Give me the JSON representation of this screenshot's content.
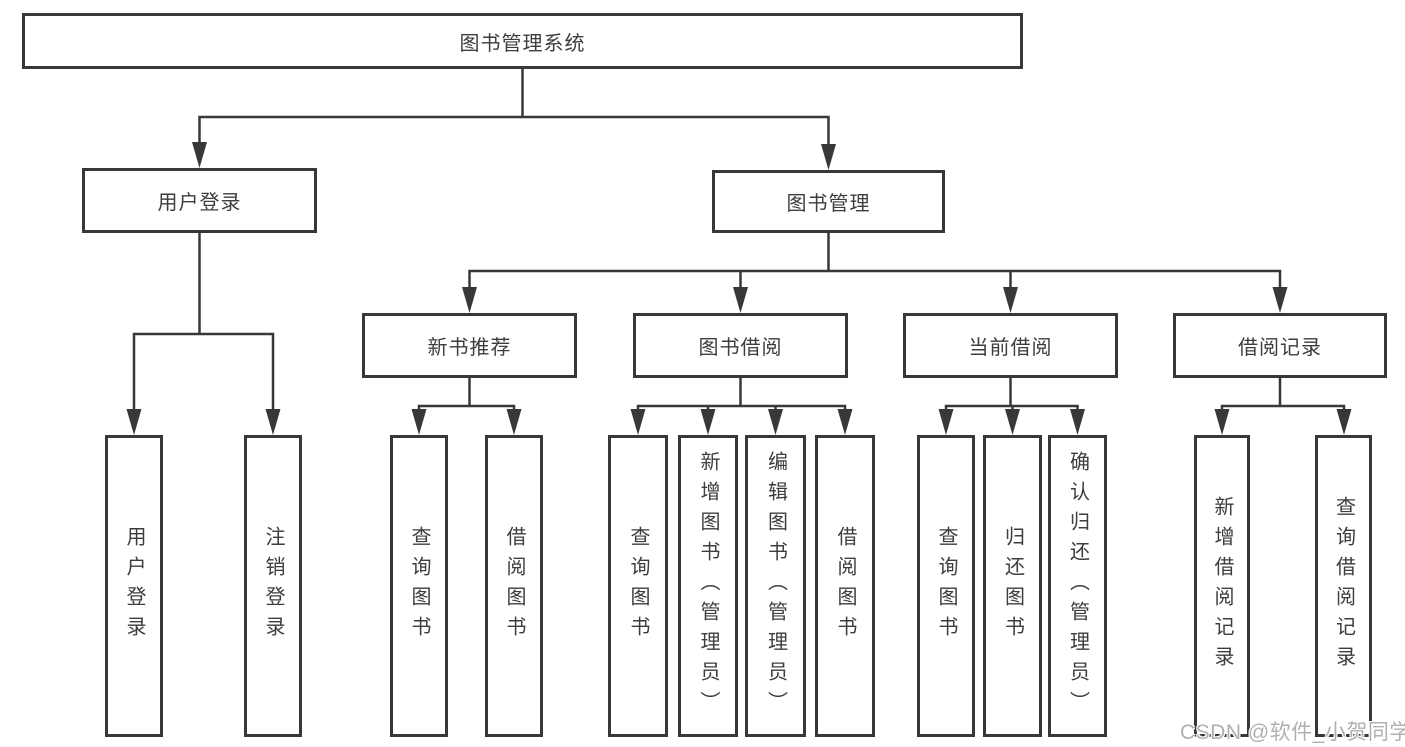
{
  "colors": {
    "background": "#ffffff",
    "line": "#383838",
    "box_border": "#383838",
    "text": "#3d3d3d",
    "watermark": "#b0b0b0"
  },
  "watermark": {
    "text": "CSDN @软件_小贺同学"
  },
  "diagram": {
    "type": "hierarchy-flowchart",
    "root": {
      "label": "图书管理系统"
    },
    "branches": [
      {
        "label": "用户登录",
        "children": [
          {
            "label": "用户登录"
          },
          {
            "label": "注销登录"
          }
        ]
      },
      {
        "label": "图书管理",
        "children": [
          {
            "label": "新书推荐",
            "children": [
              {
                "label": "查询图书"
              },
              {
                "label": "借阅图书"
              }
            ]
          },
          {
            "label": "图书借阅",
            "children": [
              {
                "label": "查询图书"
              },
              {
                "label": "新增图书（管理员）"
              },
              {
                "label": "编辑图书（管理员）"
              },
              {
                "label": "借阅图书"
              }
            ]
          },
          {
            "label": "当前借阅",
            "children": [
              {
                "label": "查询图书"
              },
              {
                "label": "归还图书"
              },
              {
                "label": "确认归还（管理员）"
              }
            ]
          },
          {
            "label": "借阅记录",
            "children": [
              {
                "label": "新增借阅记录"
              },
              {
                "label": "查询借阅记录"
              }
            ]
          }
        ]
      }
    ]
  }
}
